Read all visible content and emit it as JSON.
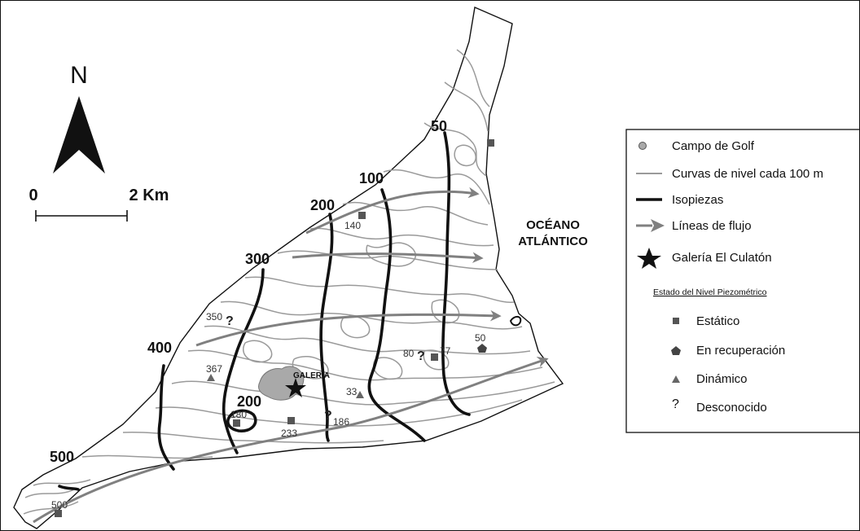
{
  "north_arrow": {
    "label": "N"
  },
  "scale_bar": {
    "start_label": "0",
    "end_label": "2 Km"
  },
  "ocean_label": {
    "line1": "OCÉANO",
    "line2": "ATLÁNTICO"
  },
  "isopieza_labels": [
    "50",
    "100",
    "200",
    "300",
    "400",
    "200",
    "500"
  ],
  "well_labels": [
    "140",
    "350",
    "367",
    "80",
    "77",
    "50",
    "33",
    "186",
    "233",
    "180",
    "500"
  ],
  "unknown_marks": [
    "?",
    "?",
    "?"
  ],
  "galeria_label": "GALERÍA",
  "legend": {
    "items": [
      {
        "label": "Campo de Golf",
        "icon": "golf-circle-icon"
      },
      {
        "label": "Curvas de nivel cada 100 m",
        "icon": "contour-line-icon"
      },
      {
        "label": "Isopiezas",
        "icon": "isopieza-line-icon"
      },
      {
        "label": "Líneas de flujo",
        "icon": "flow-arrow-icon"
      },
      {
        "label": "Galería El Culatón",
        "icon": "star-icon"
      }
    ],
    "subtitle": "Estado del Nivel Piezométrico",
    "status_items": [
      {
        "label": "Estático",
        "icon": "square-icon"
      },
      {
        "label": "En recuperación",
        "icon": "pentagon-icon"
      },
      {
        "label": "Dinámico",
        "icon": "triangle-icon"
      },
      {
        "label": "Desconocido",
        "icon": "question-icon",
        "symbol": "?"
      }
    ]
  },
  "colors": {
    "isopieza": "#111111",
    "contour": "#9a9a9a",
    "flow": "#808080",
    "golf": "#a9a9a9",
    "well": "#555555"
  }
}
